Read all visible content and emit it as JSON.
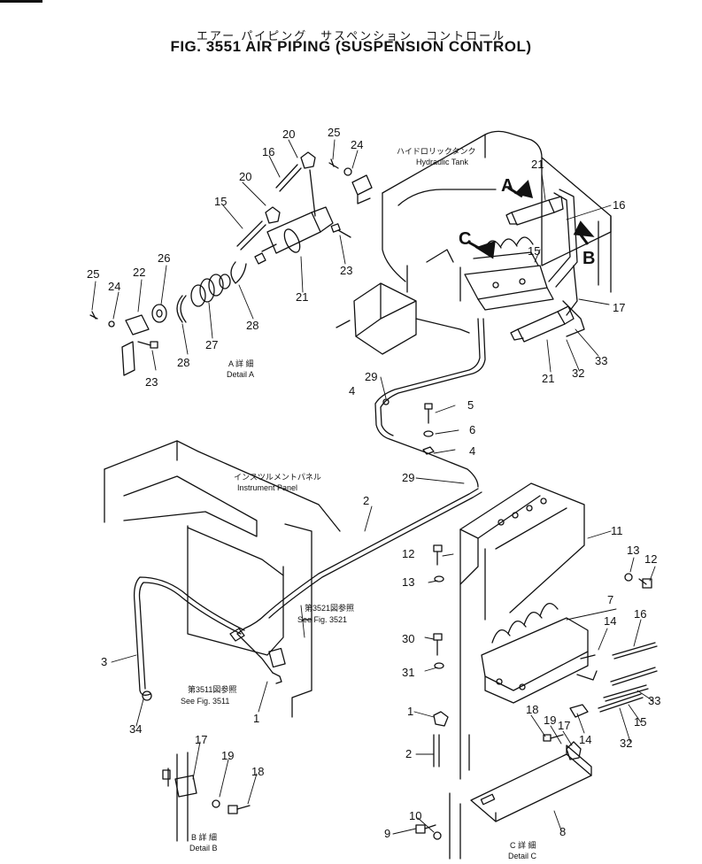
{
  "title": {
    "japanese": "エアー パイピング　サスペンション　コントロール",
    "main": "FIG. 3551  AIR PIPING (SUSPENSION CONTROL)"
  },
  "annotations": {
    "hydraulic_tank_jp": "ハイドロリックタンク",
    "hydraulic_tank": "Hydraulic Tank",
    "instrument_panel_jp": "インスツルメントパネル",
    "instrument_panel": "Instrument Panel",
    "see_3521_jp": "第3521図参照",
    "see_3521": "See Fig. 3521",
    "see_3511_jp": "第3511図参照",
    "see_3511": "See Fig. 3511"
  },
  "details": {
    "a_jp": "A 詳 細",
    "a": "Detail A",
    "b_jp": "B 詳 細",
    "b": "Detail B",
    "c_jp": "C 詳 細",
    "c": "Detail C"
  },
  "view_letters": {
    "a": "A",
    "b": "B",
    "c": "C"
  },
  "part_numbers": {
    "p1": "1",
    "p1b": "1",
    "p2": "2",
    "p2b": "2",
    "p3": "3",
    "p4": "4",
    "p4b": "4",
    "p5": "5",
    "p6": "6",
    "p7": "7",
    "p8": "8",
    "p9": "9",
    "p10": "10",
    "p11": "11",
    "p12": "12",
    "p12b": "12",
    "p13": "13",
    "p13b": "13",
    "p14": "14",
    "p14b": "14",
    "p15": "15",
    "p15b": "15",
    "p15c": "15",
    "p16": "16",
    "p16b": "16",
    "p16c": "16",
    "p17": "17",
    "p17b": "17",
    "p17c": "17",
    "p18": "18",
    "p18b": "18",
    "p19": "19",
    "p19b": "19",
    "p20": "20",
    "p20b": "20",
    "p21": "21",
    "p21b": "21",
    "p21c": "21",
    "p22": "22",
    "p23": "23",
    "p23b": "23",
    "p24": "24",
    "p24b": "24",
    "p25": "25",
    "p25b": "25",
    "p26": "26",
    "p27": "27",
    "p28": "28",
    "p28b": "28",
    "p29": "29",
    "p29b": "29",
    "p30": "30",
    "p31": "31",
    "p32": "32",
    "p32b": "32",
    "p33": "33",
    "p33b": "33",
    "p34": "34"
  }
}
